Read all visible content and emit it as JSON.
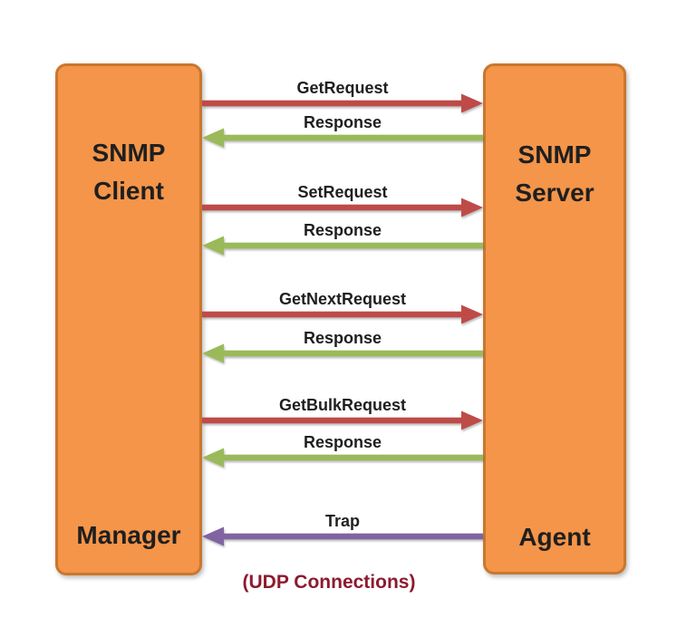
{
  "diagram": {
    "left_box": {
      "title_line1": "SNMP",
      "title_line2": "Client",
      "bottom_label": "Manager"
    },
    "right_box": {
      "title_line1": "SNMP",
      "title_line2": "Server",
      "bottom_label": "Agent"
    },
    "messages": [
      {
        "label": "GetRequest",
        "direction": "right",
        "type": "request"
      },
      {
        "label": "Response",
        "direction": "left",
        "type": "response"
      },
      {
        "label": "SetRequest",
        "direction": "right",
        "type": "request"
      },
      {
        "label": "Response",
        "direction": "left",
        "type": "response"
      },
      {
        "label": "GetNextRequest",
        "direction": "right",
        "type": "request"
      },
      {
        "label": "Response",
        "direction": "left",
        "type": "response"
      },
      {
        "label": "GetBulkRequest",
        "direction": "right",
        "type": "request"
      },
      {
        "label": "Response",
        "direction": "left",
        "type": "response"
      },
      {
        "label": "Trap",
        "direction": "left",
        "type": "trap"
      }
    ],
    "caption": "(UDP Connections)",
    "colors": {
      "box_fill": "#F49549",
      "box_border": "#C9772E",
      "request_arrow": "#BE4B48",
      "response_arrow": "#9ABA59",
      "trap_arrow": "#8064A2",
      "caption_text": "#8C1B2F",
      "label_text": "#1F1F1F"
    }
  }
}
